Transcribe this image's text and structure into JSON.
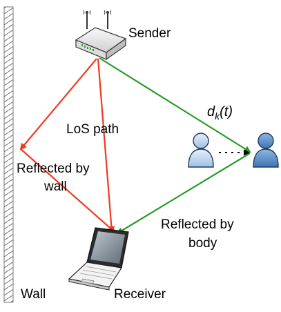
{
  "labels": {
    "sender": "Sender",
    "receiver": "Receiver",
    "wall": "Wall",
    "los_path": "LoS path",
    "reflected_wall_line1": "Reflected by",
    "reflected_wall_line2": "wall",
    "reflected_body_line1": "Reflected by",
    "reflected_body_line2": "body",
    "distance_symbol": "d",
    "distance_subscript": "k",
    "distance_arg": "(t)"
  },
  "colors": {
    "direct_paths": "#ee3a23",
    "body_paths": "#279a27",
    "person_fill_light": "#c7dcf2",
    "person_fill_dark": "#5d8fc8",
    "person_stroke": "#1b3a5a",
    "wall_stroke": "#777777",
    "text": "#000000"
  },
  "icons": {
    "sender": "wireless-router-icon",
    "receiver": "laptop-icon",
    "person_before": "person-icon",
    "person_after": "person-icon",
    "wall": "hatched-wall-icon"
  }
}
